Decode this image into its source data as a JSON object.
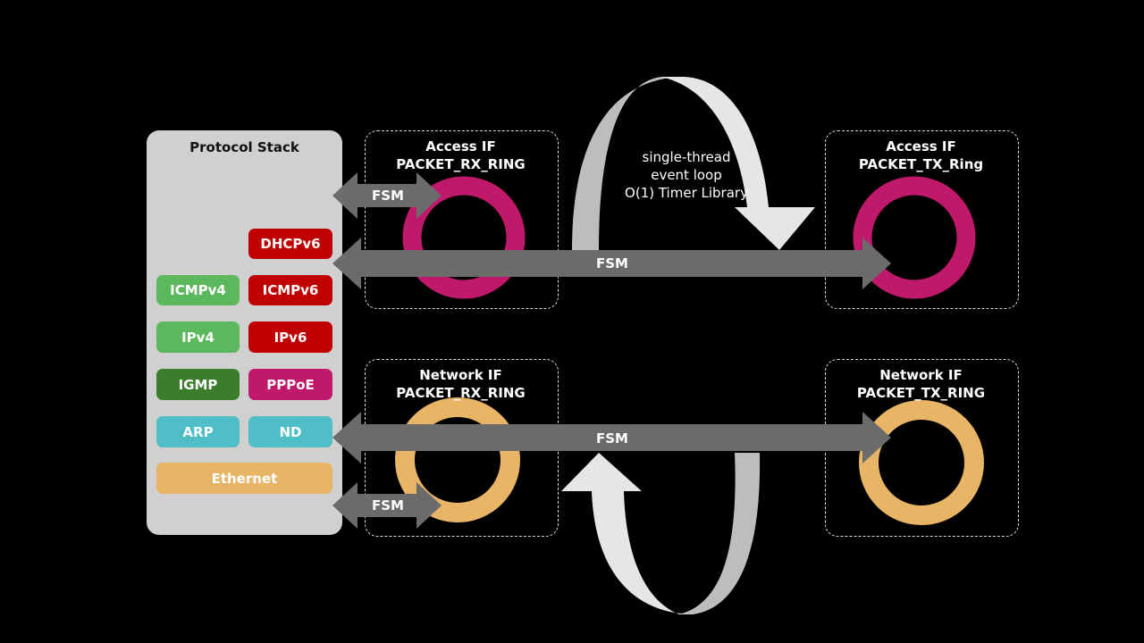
{
  "protocol_stack": {
    "title": "Protocol Stack",
    "protocols": [
      {
        "label": "DHCPv6",
        "color": "#c00000"
      },
      {
        "label": "ICMPv4",
        "color": "#5cb85c"
      },
      {
        "label": "ICMPv6",
        "color": "#c00000"
      },
      {
        "label": "IPv4",
        "color": "#5cb85c"
      },
      {
        "label": "IPv6",
        "color": "#c00000"
      },
      {
        "label": "IGMP",
        "color": "#3a7d2a"
      },
      {
        "label": "PPPoE",
        "color": "#c0186a"
      },
      {
        "label": "ARP",
        "color": "#4fbec6"
      },
      {
        "label": "ND",
        "color": "#4fbec6"
      },
      {
        "label": "Ethernet",
        "color": "#e8b466"
      }
    ]
  },
  "interfaces": {
    "access_rx": {
      "line1": "Access IF",
      "line2": "PACKET_RX_RING",
      "ring_color": "#c0186a"
    },
    "access_tx": {
      "line1": "Access IF",
      "line2": "PACKET_TX_Ring",
      "ring_color": "#c0186a"
    },
    "network_rx": {
      "line1": "Network IF",
      "line2": "PACKET_RX_RING",
      "ring_color": "#e8b466"
    },
    "network_tx": {
      "line1": "Network IF",
      "line2": "PACKET_TX_RING",
      "ring_color": "#e8b466"
    }
  },
  "arrows": {
    "fsm_access_short": "FSM",
    "fsm_access_long": "FSM",
    "fsm_network_long": "FSM",
    "fsm_network_short": "FSM"
  },
  "event_loop": {
    "line1": "single-thread",
    "line2": "event loop",
    "line3": "O(1) Timer Library"
  },
  "colors": {
    "arrow_gray": "#6b6b6b",
    "loop_light": "#e6e6e6",
    "loop_dark": "#bdbdbd"
  }
}
